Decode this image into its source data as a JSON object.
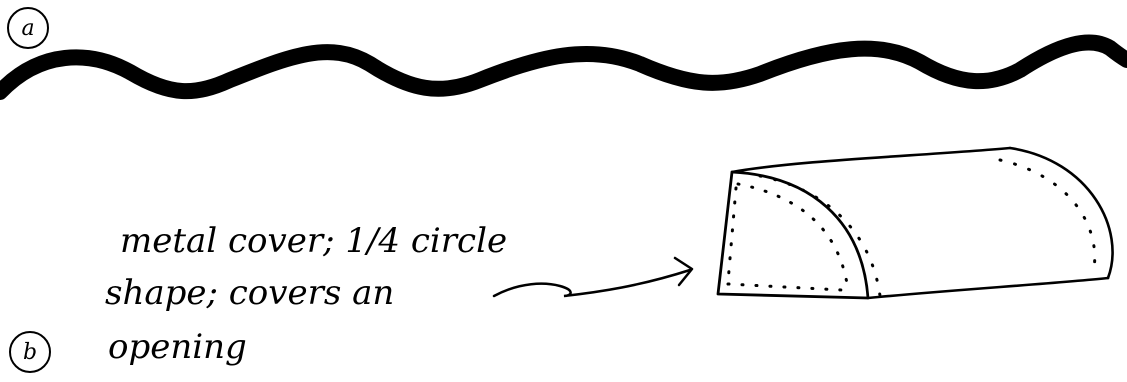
{
  "panel_a": {
    "marker": "a"
  },
  "panel_b": {
    "marker": "b",
    "label_lines": [
      "metal cover; 1/4 circle",
      "shape; covers an",
      "opening"
    ]
  },
  "colors": {
    "ink": "#000000",
    "background": "#ffffff"
  }
}
